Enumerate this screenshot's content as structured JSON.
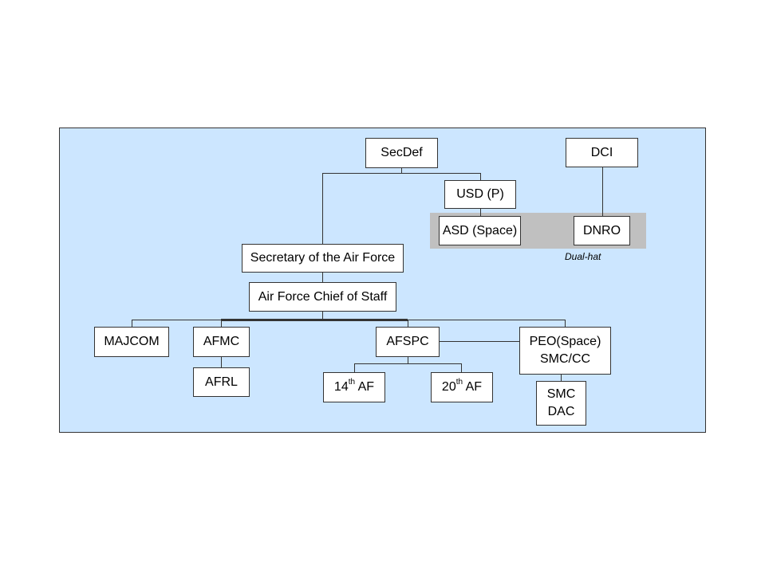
{
  "colors": {
    "panel_background": "#cce6ff",
    "dual_hat_band": "#c0c0c0",
    "box_fill": "#ffffff",
    "line": "#333333"
  },
  "nodes": {
    "secdef": "SecDef",
    "dci": "DCI",
    "usd_p": "USD (P)",
    "asd_space": "ASD (Space)",
    "dnro": "DNRO",
    "secaf": "Secretary of the Air Force",
    "afcs": "Air Force Chief of Staff",
    "majcom": "MAJCOM",
    "afmc": "AFMC",
    "afrl": "AFRL",
    "afspc": "AFSPC",
    "af14_num": "14",
    "af14_sup": "th",
    "af14_suffix": " AF",
    "af20_num": "20",
    "af20_sup": "th",
    "af20_suffix": " AF",
    "peo_line1": "PEO(Space)",
    "peo_line2": "SMC/CC",
    "smc_dac_line1": "SMC",
    "smc_dac_line2": "DAC"
  },
  "dual_hat_label": "Dual-hat"
}
